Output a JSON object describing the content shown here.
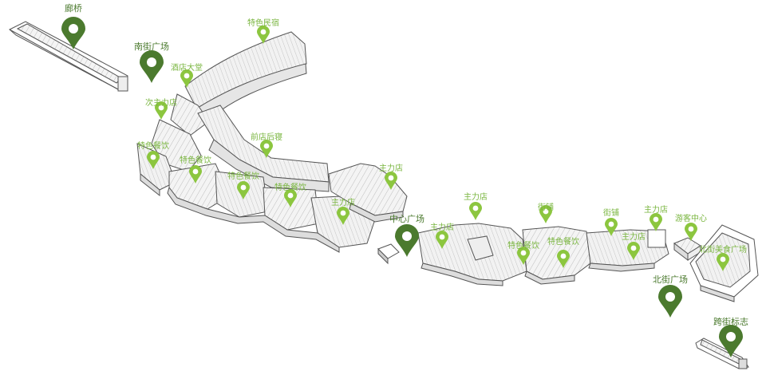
{
  "colors": {
    "pin_small": "#8cc63f",
    "pin_large": "#4b7a2e",
    "label_small": "#7ab640",
    "label_large": "#4b7a2e",
    "building_fill": "#ffffff",
    "building_stroke": "#555555",
    "building_shade": "#d9d9d9"
  },
  "labels": {
    "langqiao": "廊桥",
    "nanjie": "南街广场",
    "tese_minsu": "特色民宿",
    "jiudian": "酒店大堂",
    "ci_zhulidian": "次主力店",
    "qiandian": "前店后寝",
    "tese_canyin_1": "特色餐饮",
    "tese_canyin_2": "特色餐饮",
    "tese_canyin_3": "特色餐饮",
    "tese_canyin_4": "特色餐饮",
    "zhulidian_1": "主力店",
    "zhulidian_2": "主力店",
    "zhongxin": "中心广场",
    "zhulidian_3": "主力店",
    "zhulidian_4": "主力店",
    "jiepu_1": "街铺",
    "tese_canyin_5": "特色餐饮",
    "tese_canyin_6": "特色餐饮",
    "jiepu_2": "街铺",
    "zhulidian_5": "主力店",
    "zhulidian_6": "主力店",
    "youke": "游客中心",
    "meishi": "北街美食广场",
    "beijie": "北街广场",
    "kuajie": "跨街标志"
  },
  "icons": {
    "small_pin": "map-pin-icon",
    "large_pin": "map-pin-large-icon"
  }
}
